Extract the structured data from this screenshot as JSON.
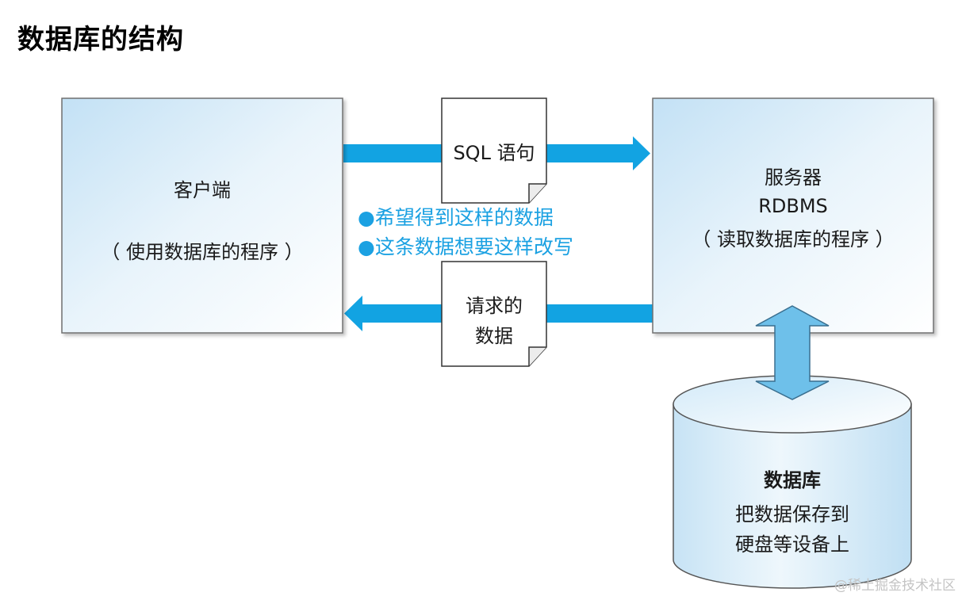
{
  "title": "数据库的结构",
  "client": {
    "label": "客户端",
    "sublabel": "（ 使用数据库的程序 ）"
  },
  "server": {
    "label1": "服务器",
    "label2": "RDBMS",
    "sublabel": "（ 读取数据库的程序 ）"
  },
  "request_doc": {
    "label": "SQL 语句"
  },
  "response_doc": {
    "line1": "请求的",
    "line2": "数据"
  },
  "notes": [
    "●希望得到这样的数据",
    "●这条数据想要这样改写"
  ],
  "database": {
    "label": "数据库",
    "line1": "把数据保存到",
    "line2": "硬盘等设备上"
  },
  "watermark": "@稀土掘金技术社区",
  "colors": {
    "arrow": "#12a3e2",
    "note_text": "#1ba1e2",
    "box_fill_light": "#ffffff",
    "box_fill_dark": "#b9dcf3",
    "border": "#666666"
  }
}
